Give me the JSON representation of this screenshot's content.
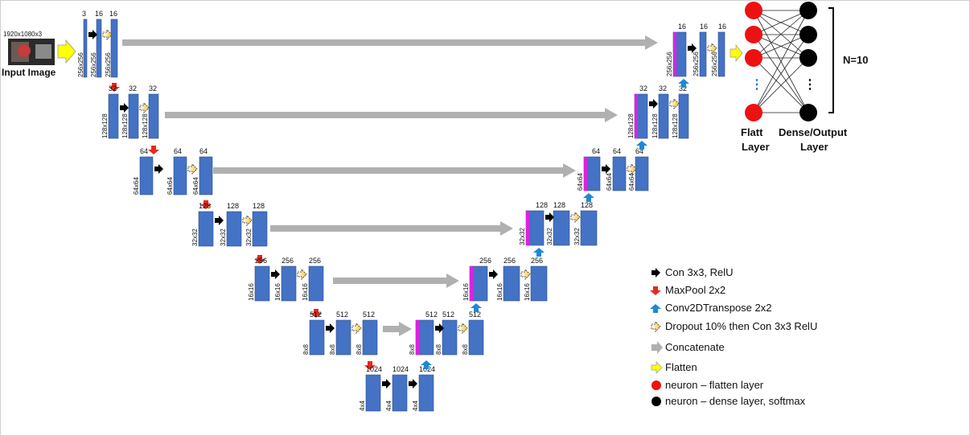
{
  "input": {
    "size_label": "1920x1080x3",
    "caption": "Input Image"
  },
  "encoder": [
    {
      "level": 0,
      "dims": "256x256",
      "channels": [
        "3",
        "16",
        "16"
      ]
    },
    {
      "level": 1,
      "dims": "128x128",
      "channels": [
        "32",
        "32",
        "32"
      ]
    },
    {
      "level": 2,
      "dims": "64x64",
      "channels": [
        "64",
        "64",
        "64"
      ]
    },
    {
      "level": 3,
      "dims": "32x32",
      "channels": [
        "128",
        "128",
        "128"
      ]
    },
    {
      "level": 4,
      "dims": "16x16",
      "channels": [
        "256",
        "256",
        "256"
      ]
    },
    {
      "level": 5,
      "dims": "8x8",
      "channels": [
        "512",
        "512",
        "512"
      ]
    }
  ],
  "bottleneck": {
    "dims": "4x4",
    "channels": [
      "1024",
      "1024",
      "1024"
    ]
  },
  "decoder": [
    {
      "level": 5,
      "dims": "8x8",
      "channels": [
        "512",
        "512",
        "512"
      ]
    },
    {
      "level": 4,
      "dims": "16x16",
      "channels": [
        "256",
        "256",
        "256"
      ]
    },
    {
      "level": 3,
      "dims": "32x32",
      "channels": [
        "128",
        "128",
        "128"
      ]
    },
    {
      "level": 2,
      "dims": "64x64",
      "channels": [
        "64",
        "64",
        "64"
      ]
    },
    {
      "level": 1,
      "dims": "128x128",
      "channels": [
        "32",
        "32",
        "32"
      ]
    },
    {
      "level": 0,
      "dims": "256x256",
      "channels": [
        "16",
        "16",
        "16"
      ]
    }
  ],
  "network": {
    "flatt_label_1": "Flatt",
    "flatt_label_2": "Layer",
    "dense_label_1": "Dense/Output",
    "dense_label_2": "Layer",
    "n_label": "N=10",
    "ellipsis": "⋮"
  },
  "legend": [
    {
      "icon": "black-arrow-icon",
      "text": "Con 3x3, RelU"
    },
    {
      "icon": "red-down-arrow-icon",
      "text": "MaxPool 2x2"
    },
    {
      "icon": "blue-up-arrow-icon",
      "text": "Conv2DTranspose 2x2"
    },
    {
      "icon": "dropout-arrow-icon",
      "text": "Dropout 10% then Con 3x3 RelU"
    },
    {
      "icon": "gray-arrow-icon",
      "text": "Concatenate"
    },
    {
      "icon": "yellow-arrow-icon",
      "text": "Flatten"
    },
    {
      "icon": "red-circle-icon",
      "text": "neuron – flatten layer"
    },
    {
      "icon": "black-circle-icon",
      "text": "neuron – dense layer, softmax"
    }
  ],
  "colors": {
    "block": "#4472c4",
    "concat_tint": "#e020e0",
    "maxpool": "#e8281c",
    "upconv": "#1e88d8",
    "concat_arrow": "#b0b0b0",
    "flatten": "#ffff00",
    "dropout": "#f6c42a",
    "red_neuron": "#ee1111",
    "black_neuron": "#000000"
  }
}
